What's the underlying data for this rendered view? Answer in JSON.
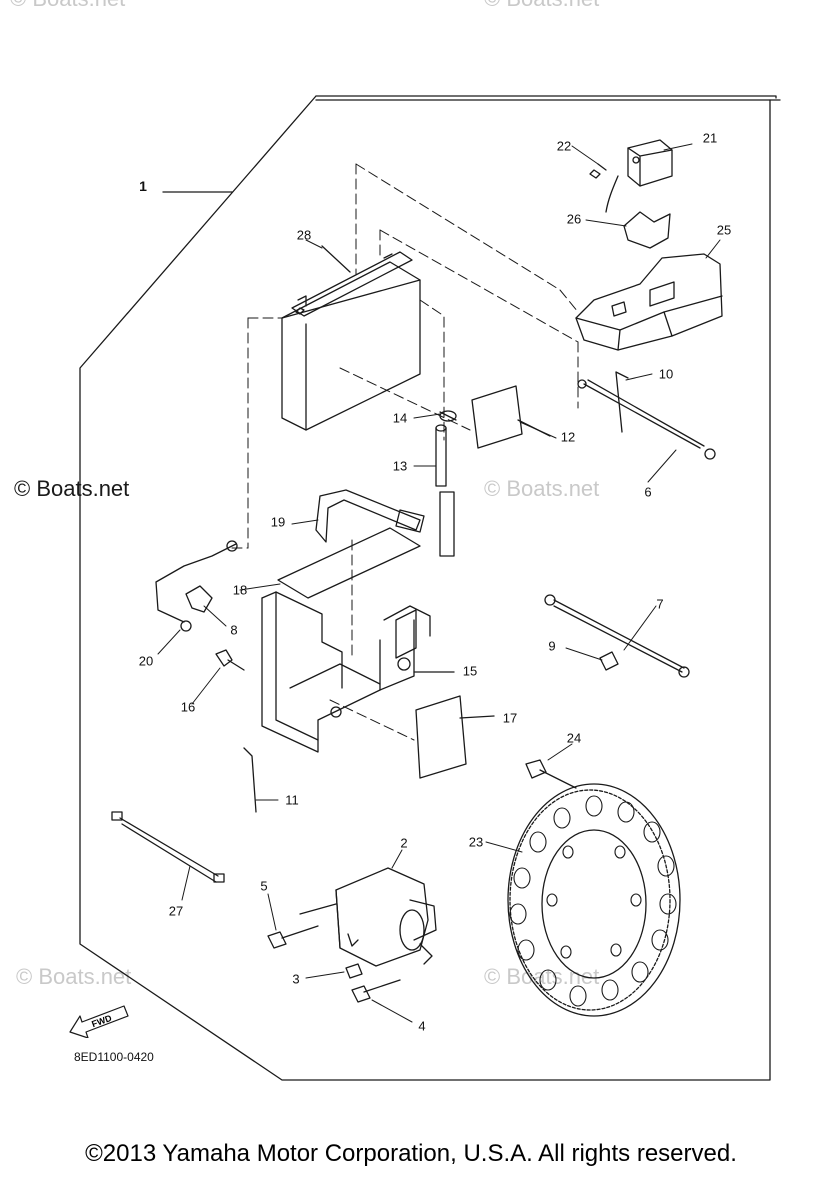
{
  "watermarks": {
    "top_left": "© Boats.net",
    "top_right": "© Boats.net",
    "mid_left": "© Boats.net",
    "mid_center": "© Boats.net",
    "bottom_left": "© Boats.net",
    "bottom_center": "© Boats.net"
  },
  "diagram": {
    "code": "8ED1100-0420",
    "fwd_label": "FWD",
    "callouts": [
      "1",
      "2",
      "3",
      "4",
      "5",
      "6",
      "7",
      "8",
      "9",
      "10",
      "11",
      "12",
      "13",
      "14",
      "15",
      "16",
      "17",
      "18",
      "19",
      "20",
      "21",
      "22",
      "23",
      "24",
      "25",
      "26",
      "27",
      "28"
    ]
  },
  "footer": {
    "copyright": "©2013 Yamaha Motor Corporation, U.S.A. All rights reserved."
  },
  "colors": {
    "line": "#1a1a1a",
    "watermark": "#c9c9c9"
  }
}
